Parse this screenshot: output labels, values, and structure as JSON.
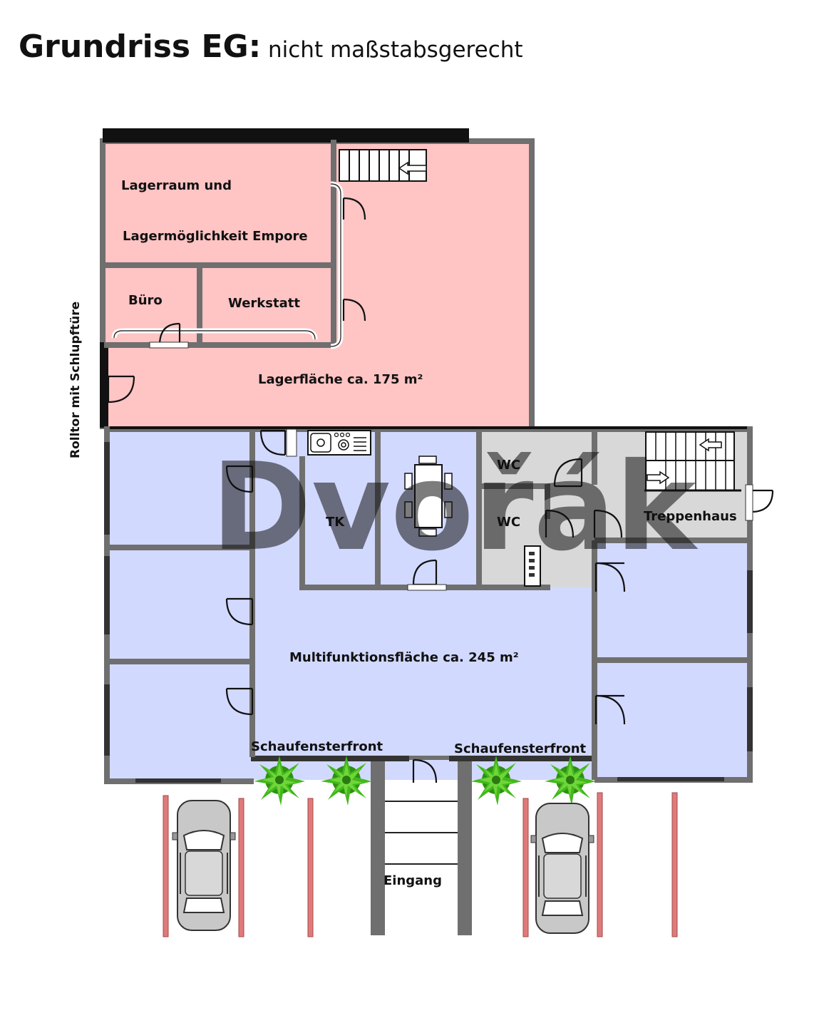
{
  "title": {
    "main": "Grundriss EG:",
    "sub": "nicht maßstabsgerecht"
  },
  "rooms": {
    "lager_empore_line1": "Lagerraum und",
    "lager_empore_line2": "Lagermöglichkeit Empore",
    "buero": "Büro",
    "werkstatt": "Werkstatt",
    "lagerflaeche": "Lagerfläche ca. 175 m²",
    "rolltor": "Rolltor mit Schlupftüre",
    "tk": "TK",
    "wc1": "WC",
    "wc2": "WC",
    "treppenhaus": "Treppenhaus",
    "multifunktion": "Multifunktionsfläche ca. 245 m²",
    "schaufenster_left": "Schaufensterfront",
    "schaufenster_right": "Schaufensterfront",
    "eingang": "Eingang"
  },
  "watermark": "Dvořák",
  "colors": {
    "storage": "#ffc4c4",
    "multi": "#d2d9ff",
    "service": "#d8d8d8",
    "wall": "#6f6f6f",
    "wall_dark": "#111111",
    "plant": "#3aa818",
    "parking_post": "#e07a7a"
  },
  "icons": [
    "stairs-icon",
    "kitchen-sink-icon",
    "dining-table-icon",
    "radiator-icon",
    "plant-icon",
    "car-icon",
    "door-icon"
  ]
}
